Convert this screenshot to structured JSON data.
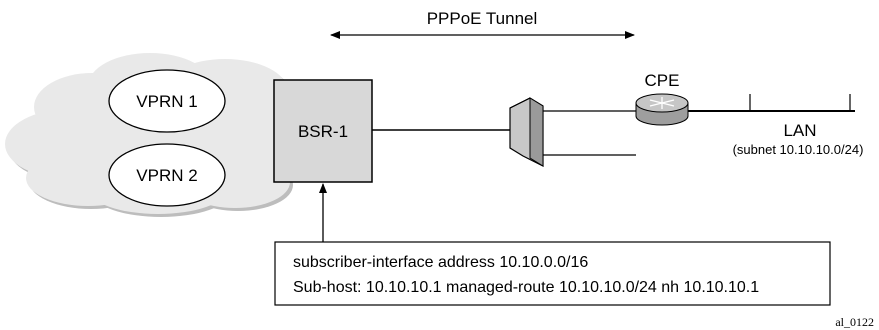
{
  "tunnel": {
    "label": "PPPoE Tunnel"
  },
  "cloud": {
    "vprns": [
      "VPRN 1",
      "VPRN 2"
    ]
  },
  "bsr": {
    "label": "BSR-1"
  },
  "cpe": {
    "label": "CPE"
  },
  "lan": {
    "label": "LAN",
    "subnet": "(subnet 10.10.10.0/24)"
  },
  "config": {
    "line1": "subscriber-interface address 10.10.0.0/16",
    "line2": "Sub-host: 10.10.10.1 managed-route 10.10.10.0/24 nh 10.10.10.1"
  },
  "figure_id": "al_0122",
  "colors": {
    "cloud": "#e9e9e9",
    "bsr_box": "#d8d8d8",
    "cpe_router": "#bdbdbd",
    "switch_face": "#c8c8c8"
  }
}
